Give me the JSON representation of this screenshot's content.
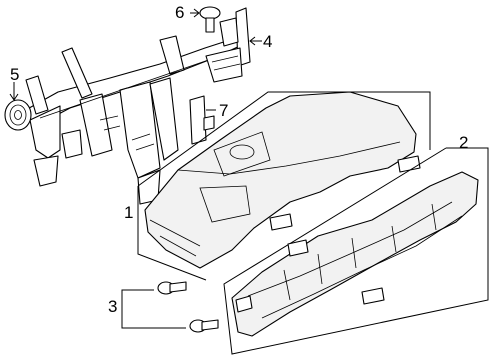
{
  "diagram": {
    "callouts": [
      {
        "id": "1",
        "label": "1"
      },
      {
        "id": "2",
        "label": "2"
      },
      {
        "id": "3",
        "label": "3"
      },
      {
        "id": "4",
        "label": "4"
      },
      {
        "id": "5",
        "label": "5"
      },
      {
        "id": "6",
        "label": "6"
      },
      {
        "id": "7",
        "label": "7"
      }
    ],
    "parts": [
      {
        "callout": "1",
        "icon": "instrument-panel-icon"
      },
      {
        "callout": "2",
        "icon": "lower-panel-reinforcement-icon"
      },
      {
        "callout": "3",
        "icon": "bolt-icon"
      },
      {
        "callout": "4",
        "icon": "bracket-icon"
      },
      {
        "callout": "5",
        "icon": "speaker-icon"
      },
      {
        "callout": "6",
        "icon": "clip-icon"
      },
      {
        "callout": "7",
        "icon": "support-bracket-icon"
      }
    ]
  }
}
